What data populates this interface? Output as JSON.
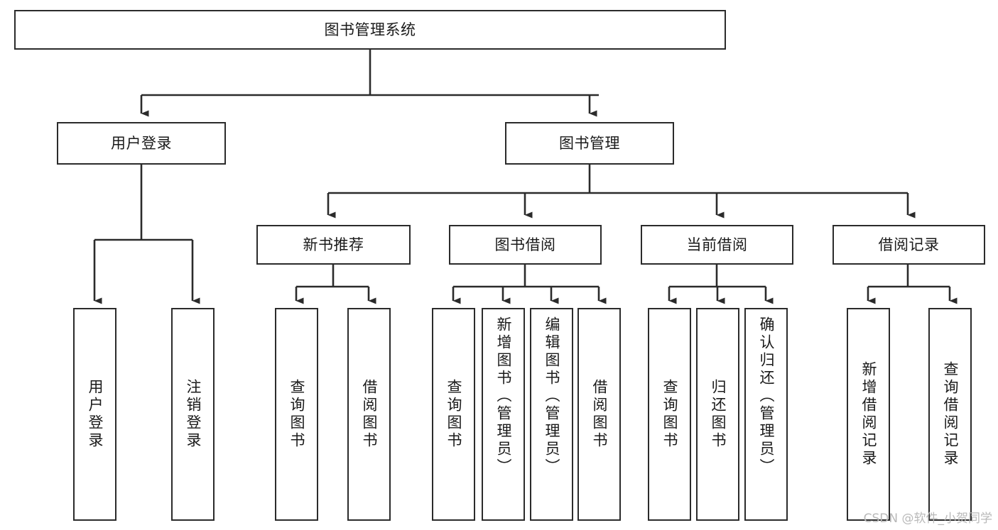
{
  "diagram": {
    "type": "tree",
    "title": "图书管理系统",
    "orientation": "top-down",
    "style": {
      "box_border_color": "#2b2b2b",
      "box_fill_color": "#ffffff",
      "edge_color": "#2b2b2b",
      "text_color": "#1a1a1a",
      "background": "#ffffff",
      "watermark_color": "#b9b9b9"
    },
    "root": {
      "id": "root",
      "label": "图书管理系统"
    },
    "level2": [
      {
        "id": "user-login",
        "label": "用户登录"
      },
      {
        "id": "book-manage",
        "label": "图书管理"
      }
    ],
    "level3": [
      {
        "id": "new-book-recommend",
        "label": "新书推荐",
        "parent": "book-manage"
      },
      {
        "id": "book-borrow",
        "label": "图书借阅",
        "parent": "book-manage"
      },
      {
        "id": "current-borrow",
        "label": "当前借阅",
        "parent": "book-manage"
      },
      {
        "id": "borrow-record",
        "label": "借阅记录",
        "parent": "book-manage"
      }
    ],
    "leaves": [
      {
        "id": "leaf-user-login",
        "label": "用户登录",
        "parent": "user-login"
      },
      {
        "id": "leaf-user-logout",
        "label": "注销登录",
        "parent": "user-login"
      },
      {
        "id": "leaf-query-book-1",
        "label": "查询图书",
        "parent": "new-book-recommend"
      },
      {
        "id": "leaf-borrow-book-1",
        "label": "借阅图书",
        "parent": "new-book-recommend"
      },
      {
        "id": "leaf-query-book-2",
        "label": "查询图书",
        "parent": "book-borrow"
      },
      {
        "id": "leaf-add-book",
        "label": "新增图书（管理员）",
        "parent": "book-borrow"
      },
      {
        "id": "leaf-edit-book",
        "label": "编辑图书（管理员）",
        "parent": "book-borrow"
      },
      {
        "id": "leaf-borrow-book-2",
        "label": "借阅图书",
        "parent": "book-borrow"
      },
      {
        "id": "leaf-query-book-3",
        "label": "查询图书",
        "parent": "current-borrow"
      },
      {
        "id": "leaf-return-book",
        "label": "归还图书",
        "parent": "current-borrow"
      },
      {
        "id": "leaf-confirm-return",
        "label": "确认归还（管理员）",
        "parent": "current-borrow"
      },
      {
        "id": "leaf-add-record",
        "label": "新增借阅记录",
        "parent": "borrow-record"
      },
      {
        "id": "leaf-query-record",
        "label": "查询借阅记录",
        "parent": "borrow-record"
      }
    ]
  },
  "watermark": {
    "text": "CSDN @软件_小贺同学"
  }
}
